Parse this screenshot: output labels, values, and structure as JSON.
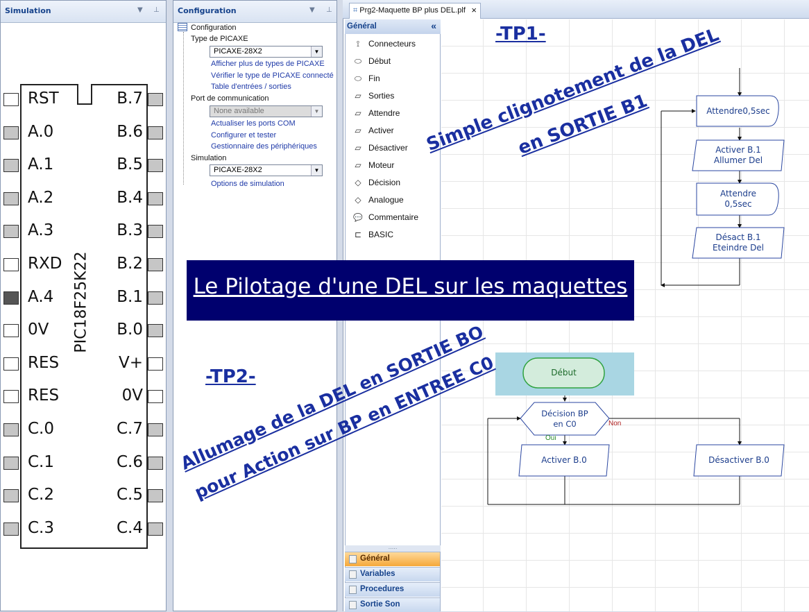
{
  "simulation": {
    "title": "Simulation",
    "chip_name": "PIC18F25K22",
    "left_pins": [
      "RST",
      "A.0",
      "A.1",
      "A.2",
      "A.3",
      "RXD",
      "A.4",
      "0V",
      "RES",
      "RES",
      "C.0",
      "C.1",
      "C.2",
      "C.3"
    ],
    "right_pins": [
      "B.7",
      "B.6",
      "B.5",
      "B.4",
      "B.3",
      "B.2",
      "B.1",
      "B.0",
      "V+",
      "0V",
      "C.7",
      "C.6",
      "C.5",
      "C.4"
    ]
  },
  "config": {
    "title": "Configuration",
    "root": "Configuration",
    "type_section": "Type de PICAXE",
    "type_value": "PICAXE-28X2",
    "links1": [
      "Afficher plus de types de PICAXE",
      "Vérifier le type de PICAXE connecté",
      "Table d'entrées / sorties"
    ],
    "port_section": "Port de communication",
    "port_value": "None available",
    "links2": [
      "Actualiser les ports COM",
      "Configurer et tester",
      "Gestionnaire des périphériques"
    ],
    "sim_section": "Simulation",
    "sim_value": "PICAXE-28X2",
    "sim_link": "Options de simulation"
  },
  "tab": {
    "label": "Prg2-Maquette BP plus DEL.plf",
    "close": "×"
  },
  "toolbox": {
    "header": "Général",
    "collapse": "«",
    "items": [
      "Connecteurs",
      "Début",
      "Fin",
      "Sorties",
      "Attendre",
      "Activer",
      "Désactiver",
      "Moteur",
      "Décision",
      "Analogue",
      "Commentaire",
      "BASIC"
    ],
    "tabs": [
      "Général",
      "Variables",
      "Procedures",
      "Sortie Son"
    ]
  },
  "flow": {
    "tp1": {
      "wait1": [
        "Attendre",
        "0,5sec"
      ],
      "on": [
        "Activer B.1",
        "Allumer Del"
      ],
      "wait2": [
        "Attendre",
        "0,5sec"
      ],
      "off": [
        "Désact B.1",
        "Eteindre Del"
      ]
    },
    "tp2": {
      "start": "Début",
      "decision": [
        "Décision BP",
        "en C0"
      ],
      "yes": "Oui",
      "no": "Non",
      "on": "Activer B.0",
      "off": "Désactiver B.0"
    }
  },
  "annotations": {
    "tp1_title": "-TP1-",
    "tp1_line1": "Simple clignotement de la DEL",
    "tp1_line2": "en SORTIE B1",
    "banner": "Le Pilotage d'une DEL sur les maquettes",
    "tp2_title": "-TP2-",
    "tp2_line1": "Allumage de la DEL en SORTIE BO",
    "tp2_line2": "pour Action sur BP en ENTREE C0"
  }
}
